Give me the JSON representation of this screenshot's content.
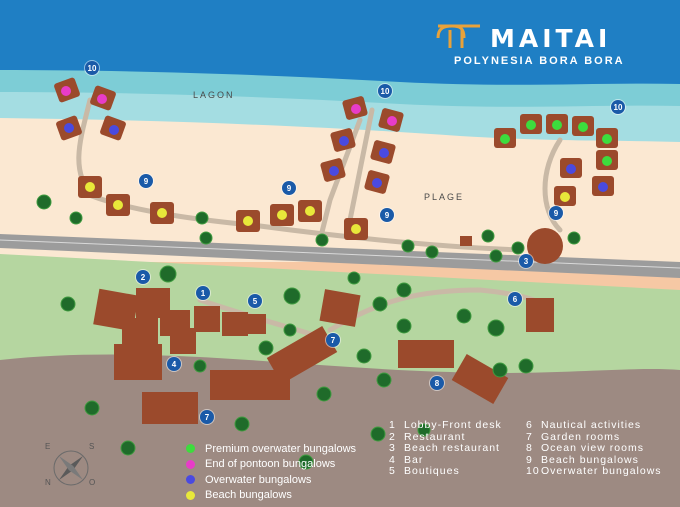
{
  "brand": {
    "name": "MAITAI",
    "subtitle": "POLYNESIA BORA BORA",
    "logo_icon": "twin-arch-logo",
    "logo_color": "#e8a23a"
  },
  "areas": {
    "lagoon": "LAGON",
    "beach": "PLAGE"
  },
  "map_markers": [
    "1",
    "2",
    "3",
    "4",
    "5",
    "6",
    "7",
    "8",
    "9",
    "10"
  ],
  "legend": [
    {
      "label": "Premium overwater bungalows",
      "color": "#3ddc3d"
    },
    {
      "label": "End of pontoon bungalows",
      "color": "#e83cc8"
    },
    {
      "label": "Overwater bungalows",
      "color": "#4a4ae0"
    },
    {
      "label": "Beach bungalows",
      "color": "#e8e83a"
    }
  ],
  "facilities": [
    {
      "num": "1",
      "label": "Lobby-Front desk"
    },
    {
      "num": "2",
      "label": "Restaurant"
    },
    {
      "num": "3",
      "label": "Beach restaurant"
    },
    {
      "num": "4",
      "label": "Bar"
    },
    {
      "num": "5",
      "label": "Boutiques"
    },
    {
      "num": "6",
      "label": "Nautical activities"
    },
    {
      "num": "7",
      "label": "Garden rooms"
    },
    {
      "num": "8",
      "label": "Ocean view rooms"
    },
    {
      "num": "9",
      "label": "Beach  bungalows"
    },
    {
      "num": "10",
      "label": "Overwater bungalows"
    }
  ],
  "compass": {
    "icon": "compass-rose-icon",
    "letters": [
      "N",
      "E",
      "S",
      "O"
    ]
  },
  "colors": {
    "ocean": "#1f7fc4",
    "lagoon": "#74c9d2",
    "beach": "#fbe8d2",
    "road": "#9c9c9c",
    "garden": "#b2d49c",
    "ground": "#9d8a82",
    "roof": "#9b4a2c",
    "marker": "#1a5aa8"
  }
}
